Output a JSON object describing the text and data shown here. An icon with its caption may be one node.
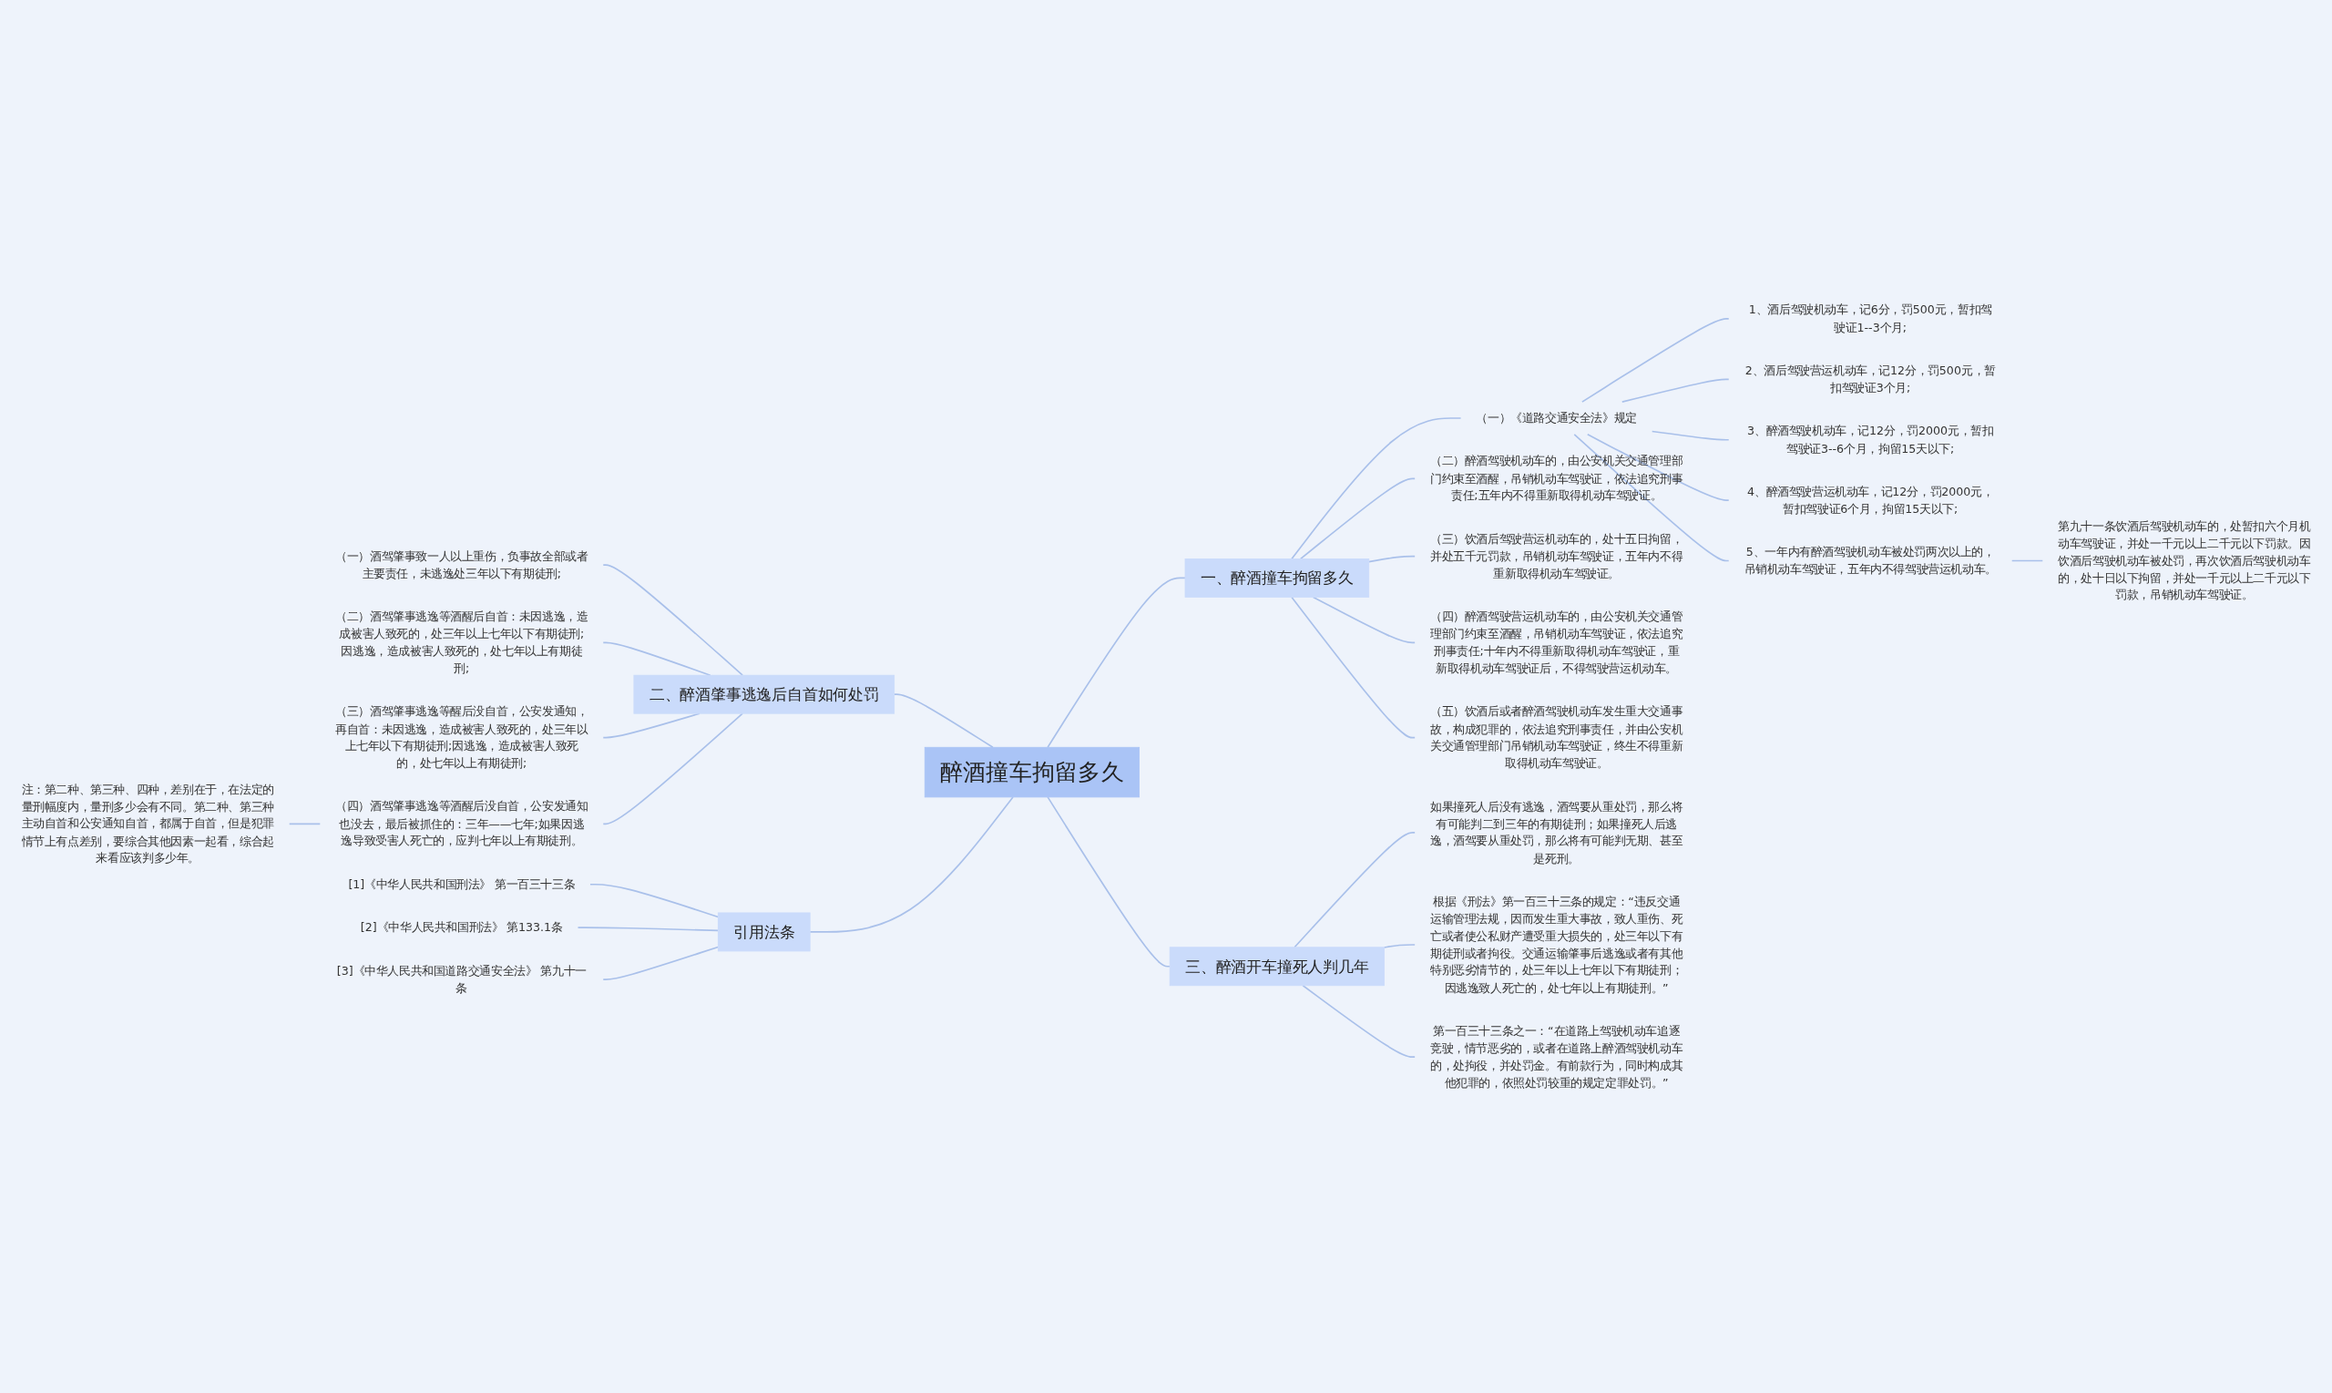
{
  "diagram": {
    "nodes": [
      {
        "text": [
          "醉酒撞车拘留多久"
        ]
      },
      {
        "text": [
          "一、醉酒撞车拘留多久"
        ]
      },
      {
        "text": [
          "（一）《道路交通安全法》规定"
        ]
      },
      {
        "text": [
          "1、酒后驾驶机动车，记6分，罚500元，暂扣驾驶证1--3个月;"
        ]
      },
      {
        "text": [
          "2、酒后驾驶营运机动车，记12分，罚500元，暂扣驾驶证3个月;"
        ]
      },
      {
        "text": [
          "3、醉酒驾驶机动车，记12分，罚2000元，暂扣驾驶证3--6个月，拘留15天以下;"
        ]
      },
      {
        "text": [
          "4、醉酒驾驶营运机动车，记12分，罚2000元，暂扣驾驶证6个月，拘留15天以下;"
        ]
      },
      {
        "text": [
          "5、一年内有醉酒驾驶机动车被处罚两次以上的，吊销机动车驾驶证，五年内不得驾驶营运机动车。"
        ]
      },
      {
        "text": [
          "第九十一条饮酒后驾驶机动车的，处暂扣六个月机动车驾驶证，并处一千元以上二千元以下罚款。因饮酒后驾驶机动车被处罚，再次饮酒后驾驶机动车的，处十日以下拘留，并处一千元以上二千元以下罚款，吊销机动车驾驶证。"
        ]
      },
      {
        "text": [
          "（二）醉酒驾驶机动车的，由公安机关交通管理部门约束至酒醒，吊销机动车驾驶证，依法追究刑事责任;五年内不得重新取得机动车驾驶证。"
        ]
      },
      {
        "text": [
          "（三）饮酒后驾驶营运机动车的，处十五日拘留，并处五千元罚款，吊销机动车驾驶证，五年内不得重新取得机动车驾驶证。"
        ]
      },
      {
        "text": [
          "（四）醉酒驾驶营运机动车的，由公安机关交通管理部门约束至酒醒，吊销机动车驾驶证，依法追究刑事责任;十年内不得重新取得机动车驾驶证，重新取得机动车驾驶证后，不得驾驶营运机动车。"
        ]
      },
      {
        "text": [
          "（五）饮酒后或者醉酒驾驶机动车发生重大交通事故，构成犯罪的，依法追究刑事责任，并由公安机关交通管理部门吊销机动车驾驶证，终生不得重新取得机动车驾驶证。"
        ]
      },
      {
        "text": [
          "二、醉酒肇事逃逸后自首如何处罚"
        ]
      },
      {
        "text": [
          "（一）酒驾肇事致一人以上重伤，负事故全部或者主要责任，未逃逸处三年以下有期徒刑;"
        ]
      },
      {
        "text": [
          "（二）酒驾肇事逃逸等酒醒后自首：未因逃逸，造成被害人致死的，处三年以上七年以下有期徒刑;因逃逸，造成被害人致死的，处七年以上有期徒刑;"
        ]
      },
      {
        "text": [
          "（三）酒驾肇事逃逸等醒后没自首，公安发通知，再自首：未因逃逸，造成被害人致死的，处三年以上七年以下有期徒刑;因逃逸，造成被害人致死的，处七年以上有期徒刑;"
        ]
      },
      {
        "text": [
          "（四）酒驾肇事逃逸等酒醒后没自首，公安发通知也没去，最后被抓住的：三年——七年;如果因逃逸导致受害人死亡的，应判七年以上有期徒刑。"
        ]
      },
      {
        "text": [
          "注：第二种、第三种、四种，差别在于，在法定的量刑幅度内，量刑多少会有不同。第二种、第三种主动自首和公安通知自首，都属于自首，但是犯罪情节上有点差别，要综合其他因素一起看，综合起来看应该判多少年。"
        ]
      },
      {
        "text": [
          "引用法条"
        ]
      },
      {
        "text": [
          "[1]《中华人民共和国刑法》 第一百三十三条"
        ]
      },
      {
        "text": [
          "[2]《中华人民共和国刑法》 第133.1条"
        ]
      },
      {
        "text": [
          "[3]《中华人民共和国道路交通安全法》 第九十一条"
        ]
      },
      {
        "text": [
          "三、醉酒开车撞死人判几年"
        ]
      },
      {
        "text": [
          "如果撞死人后没有逃逸，酒驾要从重处罚，那么将有可能判二到三年的有期徒刑；如果撞死人后逃逸，酒驾要从重处罚，那么将有可能判无期、甚至是死刑。"
        ]
      },
      {
        "text": [
          "根据《刑法》第一百三十三条的规定：“违反交通运输管理法规，因而发生重大事故，致人重伤、死亡或者使公私财产遭受重大损失的，处三年以下有期徒刑或者拘役。交通运输肇事后逃逸或者有其他特别恶劣情节的，处三年以上七年以下有期徒刑；因逃逸致人死亡的，处七年以上有期徒刑。”"
        ]
      },
      {
        "text": [
          "第一百三十三条之一：“在道路上驾驶机动车追逐竞驶，情节恶劣的，或者在道路上醉酒驾驶机动车的，处拘役，并处罚金。有前款行为，同时构成其他犯罪的，依照处罚较重的规定定罪处罚。”"
        ]
      }
    ],
    "edges": [
      {
        "from": 0,
        "to": 1,
        "arrow": "none"
      },
      {
        "from": 1,
        "to": 2,
        "arrow": "none"
      },
      {
        "from": 2,
        "to": 3,
        "arrow": "none"
      },
      {
        "from": 2,
        "to": 4,
        "arrow": "none"
      },
      {
        "from": 2,
        "to": 5,
        "arrow": "none"
      },
      {
        "from": 2,
        "to": 6,
        "arrow": "none"
      },
      {
        "from": 2,
        "to": 7,
        "arrow": "none"
      },
      {
        "from": 7,
        "to": 8,
        "arrow": "none"
      },
      {
        "from": 1,
        "to": 9,
        "arrow": "none"
      },
      {
        "from": 1,
        "to": 10,
        "arrow": "none"
      },
      {
        "from": 1,
        "to": 11,
        "arrow": "none"
      },
      {
        "from": 1,
        "to": 12,
        "arrow": "none"
      },
      {
        "from": 0,
        "to": 13,
        "arrow": "none"
      },
      {
        "from": 13,
        "to": 14,
        "arrow": "none"
      },
      {
        "from": 13,
        "to": 15,
        "arrow": "none"
      },
      {
        "from": 13,
        "to": 16,
        "arrow": "none"
      },
      {
        "from": 13,
        "to": 17,
        "arrow": "none"
      },
      {
        "from": 17,
        "to": 18,
        "arrow": "none"
      },
      {
        "from": 0,
        "to": 19,
        "arrow": "none"
      },
      {
        "from": 19,
        "to": 20,
        "arrow": "none"
      },
      {
        "from": 19,
        "to": 21,
        "arrow": "none"
      },
      {
        "from": 19,
        "to": 22,
        "arrow": "none"
      },
      {
        "from": 0,
        "to": 23,
        "arrow": "none"
      },
      {
        "from": 23,
        "to": 24,
        "arrow": "none"
      },
      {
        "from": 23,
        "to": 25,
        "arrow": "none"
      },
      {
        "from": 23,
        "to": 26,
        "arrow": "none"
      }
    ]
  }
}
